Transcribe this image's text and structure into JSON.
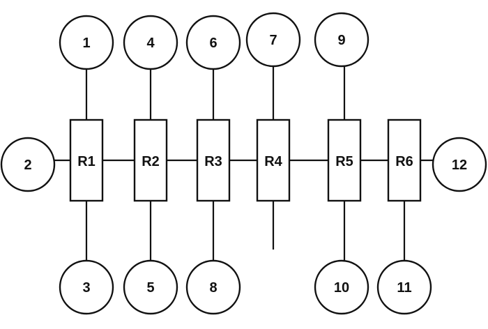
{
  "routers": [
    {
      "id": "r1",
      "label": "R1"
    },
    {
      "id": "r2",
      "label": "R2"
    },
    {
      "id": "r3",
      "label": "R3"
    },
    {
      "id": "r4",
      "label": "R4"
    },
    {
      "id": "r5",
      "label": "R5"
    },
    {
      "id": "r6",
      "label": "R6"
    }
  ],
  "hosts": [
    {
      "id": "h1",
      "label": "1"
    },
    {
      "id": "h2",
      "label": "2"
    },
    {
      "id": "h3",
      "label": "3"
    },
    {
      "id": "h4",
      "label": "4"
    },
    {
      "id": "h5",
      "label": "5"
    },
    {
      "id": "h6",
      "label": "6"
    },
    {
      "id": "h7",
      "label": "7"
    },
    {
      "id": "h8",
      "label": "8"
    },
    {
      "id": "h9",
      "label": "9"
    },
    {
      "id": "h10",
      "label": "10"
    },
    {
      "id": "h11",
      "label": "11"
    },
    {
      "id": "h12",
      "label": "12"
    }
  ],
  "links": [
    [
      "r1",
      "r2"
    ],
    [
      "r2",
      "r3"
    ],
    [
      "r3",
      "r4"
    ],
    [
      "r4",
      "r5"
    ],
    [
      "r5",
      "r6"
    ],
    [
      "h1",
      "r1"
    ],
    [
      "h2",
      "r1"
    ],
    [
      "h3",
      "r1"
    ],
    [
      "h4",
      "r2"
    ],
    [
      "h5",
      "r2"
    ],
    [
      "h6",
      "r3"
    ],
    [
      "h8",
      "r3"
    ],
    [
      "h7",
      "r4"
    ],
    [
      "h9",
      "r5"
    ],
    [
      "h10",
      "r5"
    ],
    [
      "h11",
      "r6"
    ],
    [
      "h12",
      "r6"
    ]
  ],
  "dangling_links": [
    {
      "from": "r4",
      "direction": "down"
    }
  ]
}
